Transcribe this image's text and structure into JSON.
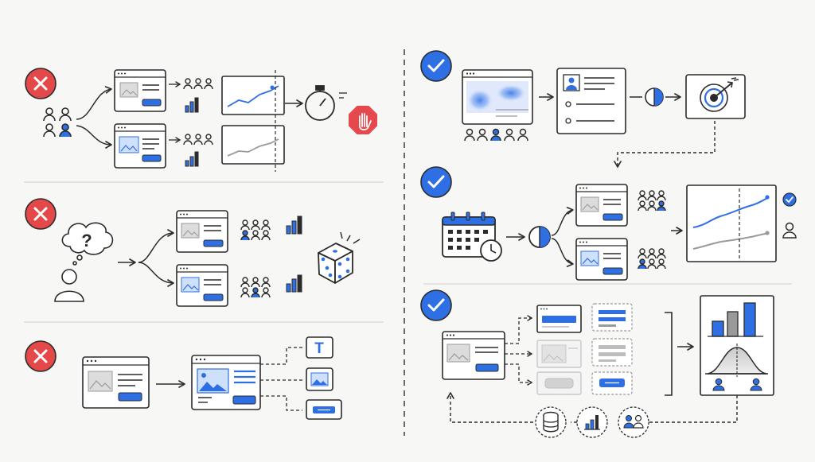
{
  "colors": {
    "background": "#f7f7f5",
    "ink": "#2b2b2b",
    "accent_blue": "#2f6fe4",
    "light_blue": "#cfe0fb",
    "error_red": "#e54848",
    "stop_red": "#e5484d",
    "muted_gray": "#9a9a9a",
    "light_gray": "#dcdcdc"
  },
  "left_column": {
    "rows": [
      {
        "status": "incorrect",
        "status_icon": "x-icon",
        "description_icons": [
          "user-group-icon",
          "ab-variant-icon",
          "trend-chart-icon",
          "stopwatch-icon",
          "stop-hand-icon"
        ]
      },
      {
        "status": "incorrect",
        "status_icon": "x-icon",
        "description_icons": [
          "thinking-person-icon",
          "question-mark-icon",
          "ab-variant-icon",
          "dice-icon"
        ]
      },
      {
        "status": "incorrect",
        "status_icon": "x-icon",
        "description_icons": [
          "page-icon",
          "text-element-icon",
          "image-element-icon",
          "button-element-icon"
        ]
      }
    ]
  },
  "right_column": {
    "rows": [
      {
        "status": "correct",
        "status_icon": "check-icon",
        "description_icons": [
          "heatmap-page-icon",
          "user-persona-card-icon",
          "half-circle-icon",
          "target-icon"
        ]
      },
      {
        "status": "correct",
        "status_icon": "check-icon",
        "description_icons": [
          "calendar-clock-icon",
          "split-circle-icon",
          "ab-variant-icon",
          "trend-chart-icon",
          "check-icon",
          "user-icon"
        ]
      },
      {
        "status": "correct",
        "status_icon": "check-icon",
        "description_icons": [
          "page-icon",
          "variant-grid-icon",
          "bar-chart-icon",
          "bell-curve-icon",
          "database-icon",
          "users-icon"
        ]
      }
    ]
  },
  "labels": {
    "question_mark": "?",
    "text_element": "T"
  }
}
